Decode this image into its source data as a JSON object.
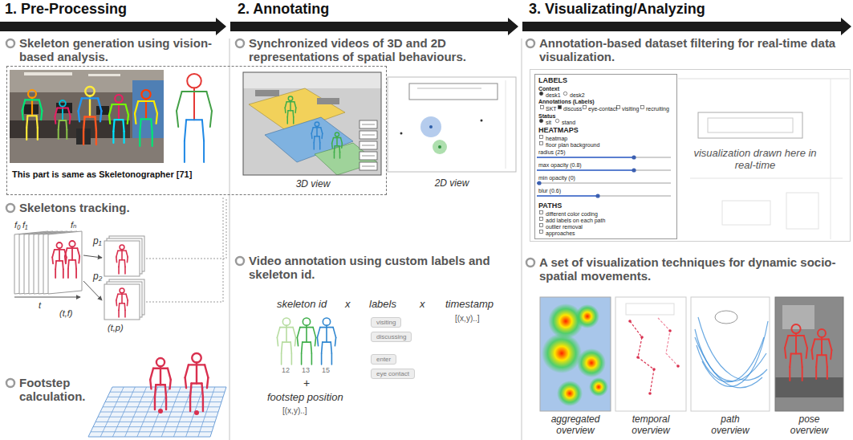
{
  "diagram": {
    "nodes": [
      {
        "text": [
          "This part is same as Skeletonographer [71]"
        ]
      },
      {
        "text": [
          "3D view"
        ],
        "in": 0
      },
      {
        "text": [
          "2D view"
        ]
      },
      {
        "text": [
          "visiting"
        ]
      },
      {
        "text": [
          "discussing"
        ]
      },
      {
        "text": [
          "enter"
        ]
      },
      {
        "text": [
          "eye contact"
        ]
      },
      {
        "text": [
          "visualization drawn here in real-time"
        ]
      },
      {
        "text": [
          "LABELS",
          "Context",
          "desk1",
          "desk2",
          "Annotations (Labels)",
          "SKT",
          "discuss",
          "eye-contact",
          "visiting",
          "recruiting",
          "Status",
          "sit",
          "stand",
          "HEATMAPS",
          "heatmap",
          "floor plan background",
          "radius (25)",
          "max opacity (0.8)",
          "min opacity (0)",
          "blur (0.6)",
          "PATHS",
          "different color coding",
          "add labels on each path",
          "outlier removal",
          "approaches"
        ],
        "in": 7
      },
      {
        "text": [
          "aggregated overview"
        ]
      },
      {
        "text": [
          "temporal overview"
        ]
      },
      {
        "text": [
          "path overview"
        ]
      },
      {
        "text": [
          "pose overview"
        ]
      }
    ],
    "labels": [
      "1. Pre-Processing",
      "2. Annotating",
      "3. Visualizating/Analyzing",
      "Skeleton generation using vision-based analysis.",
      "Skeletons tracking.",
      "f₀",
      "f₁",
      "fₙ",
      "p₁",
      "p₂",
      "t",
      "(t,f)",
      "(t,p)",
      "Footstep calculation.",
      "Synchronized videos of 3D and 2D representations of spatial behaviours.",
      "Video annotation using custom labels and skeleton id.",
      "skeleton id",
      "x",
      "labels",
      "x",
      "timestamp",
      "[(x,y)..]",
      "12",
      "13",
      "15",
      "+",
      "footstep position",
      "[(x,y)..]",
      "Annotation-based dataset filtering for real-time data visualization.",
      "A set of visualization techniques for dynamic socio-spatial movements."
    ]
  }
}
